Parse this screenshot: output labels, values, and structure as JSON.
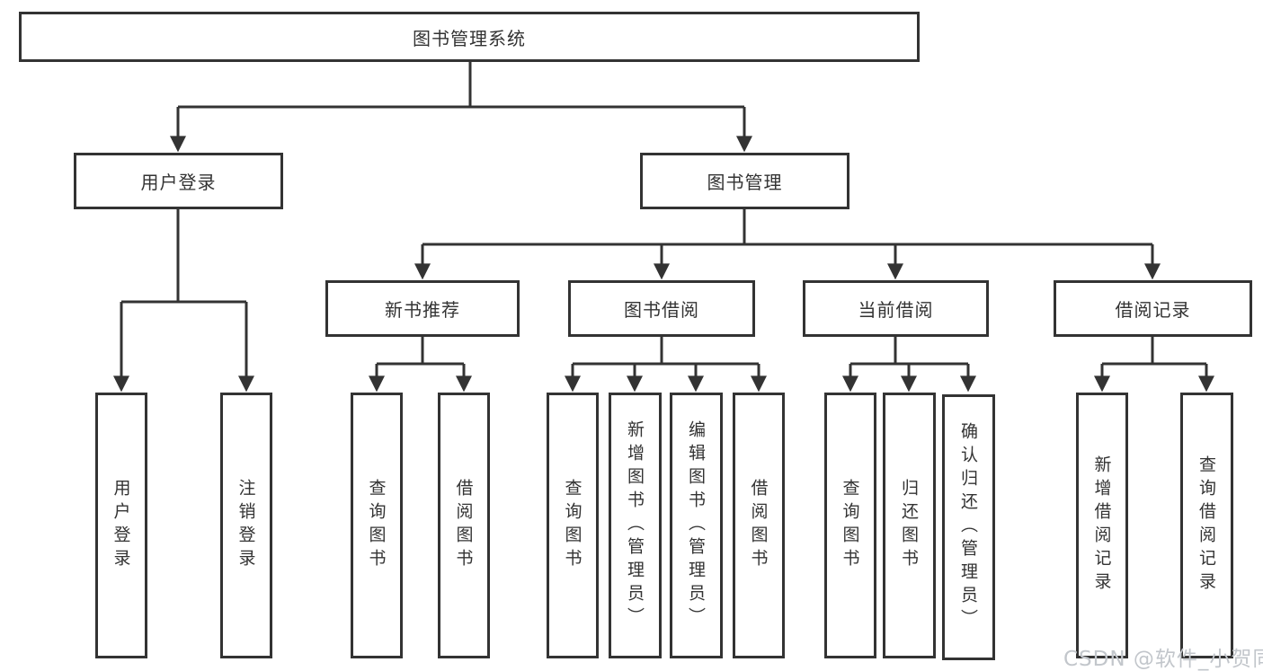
{
  "tree": {
    "label": "图书管理系统",
    "children": [
      {
        "label": "用户登录",
        "children": [
          {
            "label": "用户登录"
          },
          {
            "label": "注销登录"
          }
        ]
      },
      {
        "label": "图书管理",
        "children": [
          {
            "label": "新书推荐",
            "children": [
              {
                "label": "查询图书"
              },
              {
                "label": "借阅图书"
              }
            ]
          },
          {
            "label": "图书借阅",
            "children": [
              {
                "label": "查询图书"
              },
              {
                "label": "新增图书（管理员）"
              },
              {
                "label": "编辑图书（管理员）"
              },
              {
                "label": "借阅图书"
              }
            ]
          },
          {
            "label": "当前借阅",
            "children": [
              {
                "label": "查询图书"
              },
              {
                "label": "归还图书"
              },
              {
                "label": "确认归还（管理员）"
              }
            ]
          },
          {
            "label": "借阅记录",
            "children": [
              {
                "label": "新增借阅记录"
              },
              {
                "label": "查询借阅记录"
              }
            ]
          }
        ]
      }
    ]
  },
  "watermark": {
    "text": "CSDN @软件_小贺同学"
  },
  "colors": {
    "line": "#333333",
    "text": "#333333",
    "background": "#ffffff",
    "watermark": "#c2c6cb"
  }
}
